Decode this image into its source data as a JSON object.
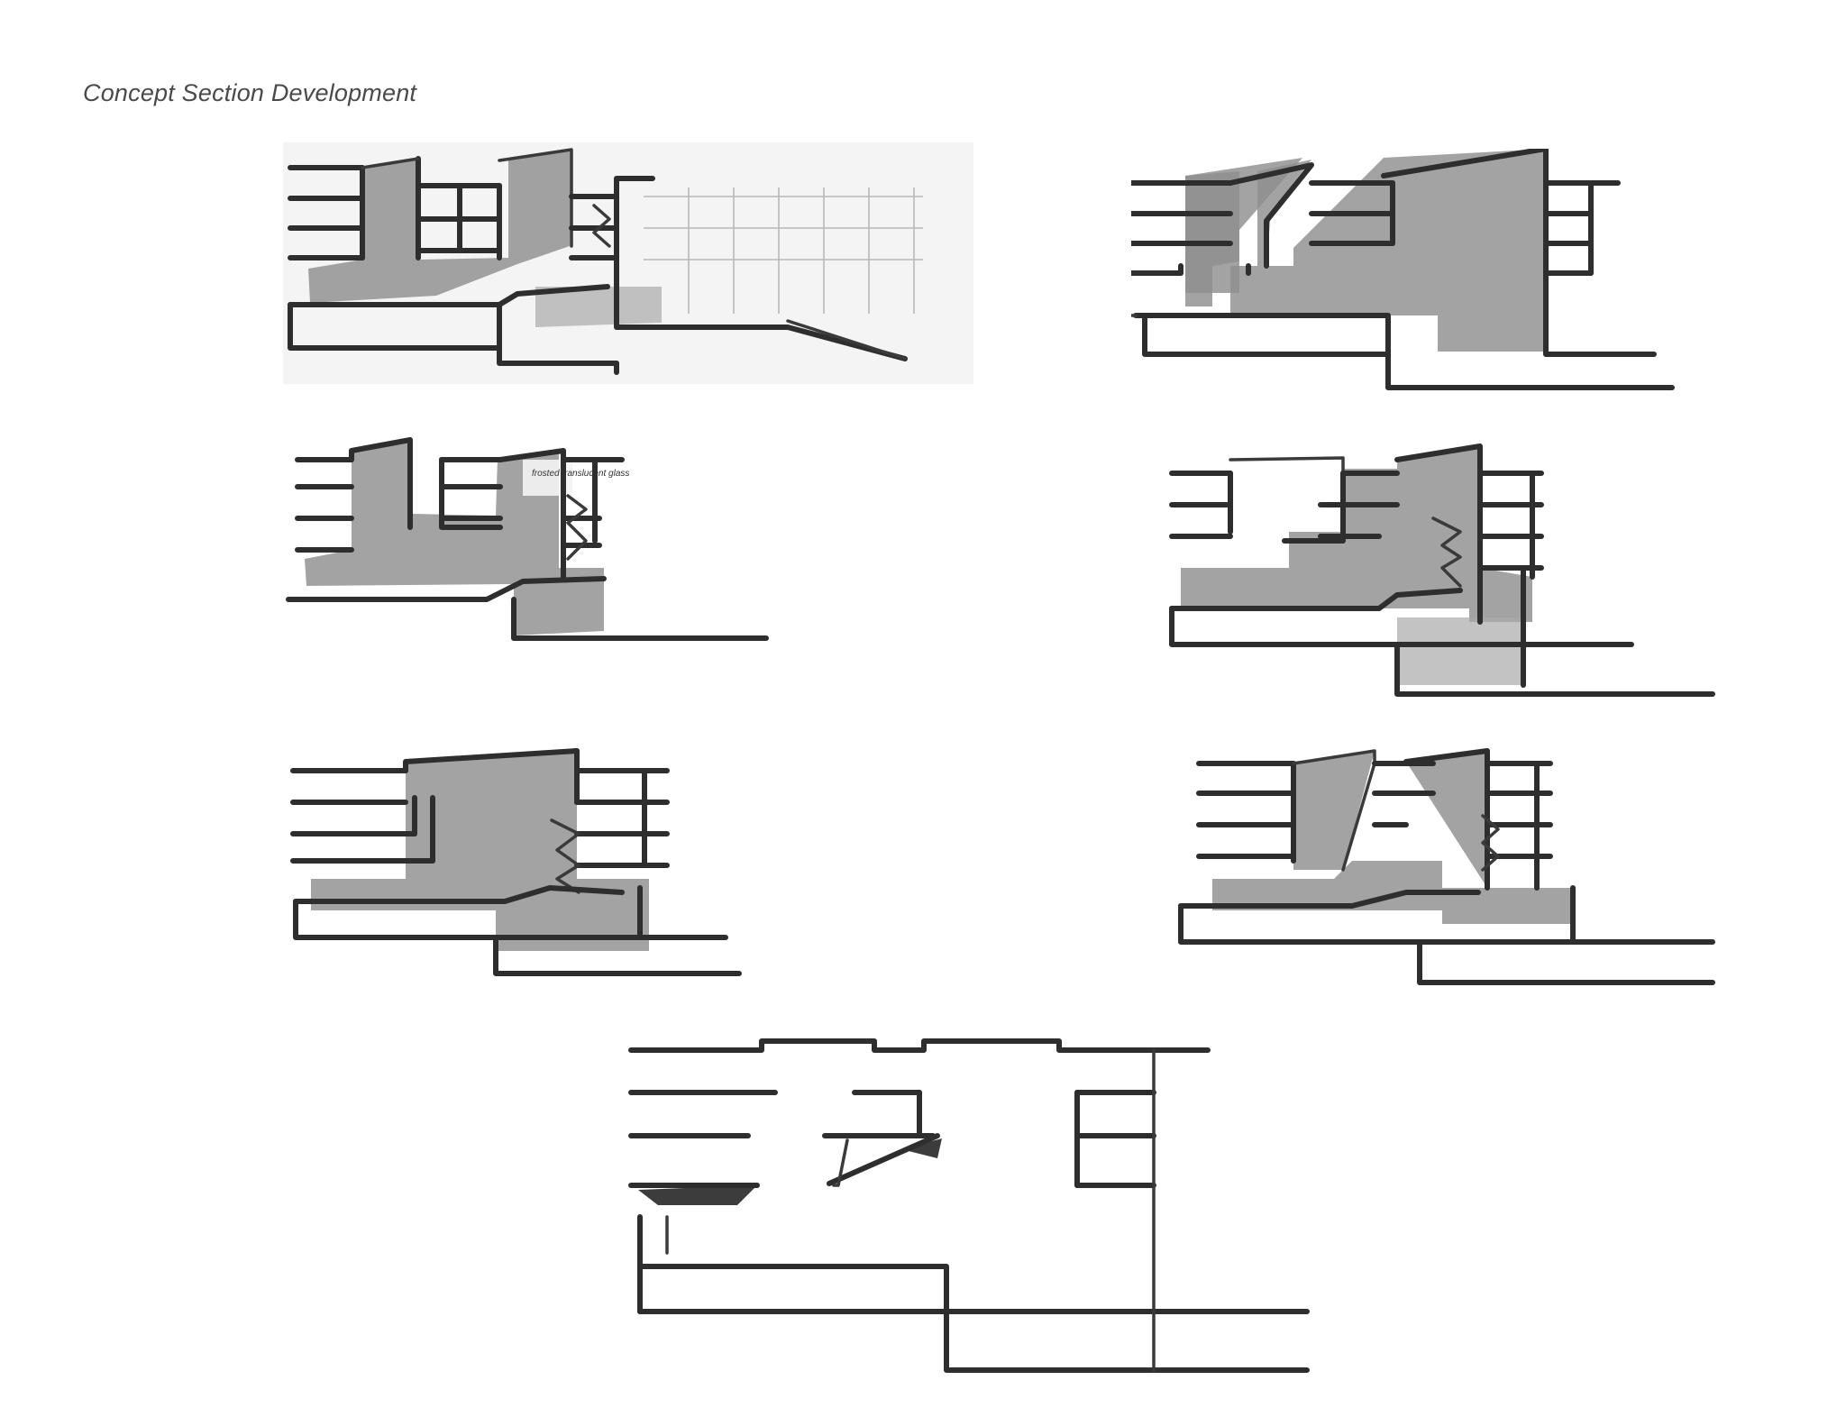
{
  "page": {
    "title": "Concept Section Development"
  },
  "sketches": [
    {
      "id": "section-1",
      "note": ""
    },
    {
      "id": "section-2",
      "note": ""
    },
    {
      "id": "section-3",
      "note": "frosted translucent glass"
    },
    {
      "id": "section-4",
      "note": ""
    },
    {
      "id": "section-5",
      "note": ""
    },
    {
      "id": "section-6",
      "note": ""
    },
    {
      "id": "section-7",
      "note": ""
    }
  ],
  "colors": {
    "ink": "#2e2e2e",
    "wash": "#8f8f8f",
    "paper": "#ffffff"
  }
}
